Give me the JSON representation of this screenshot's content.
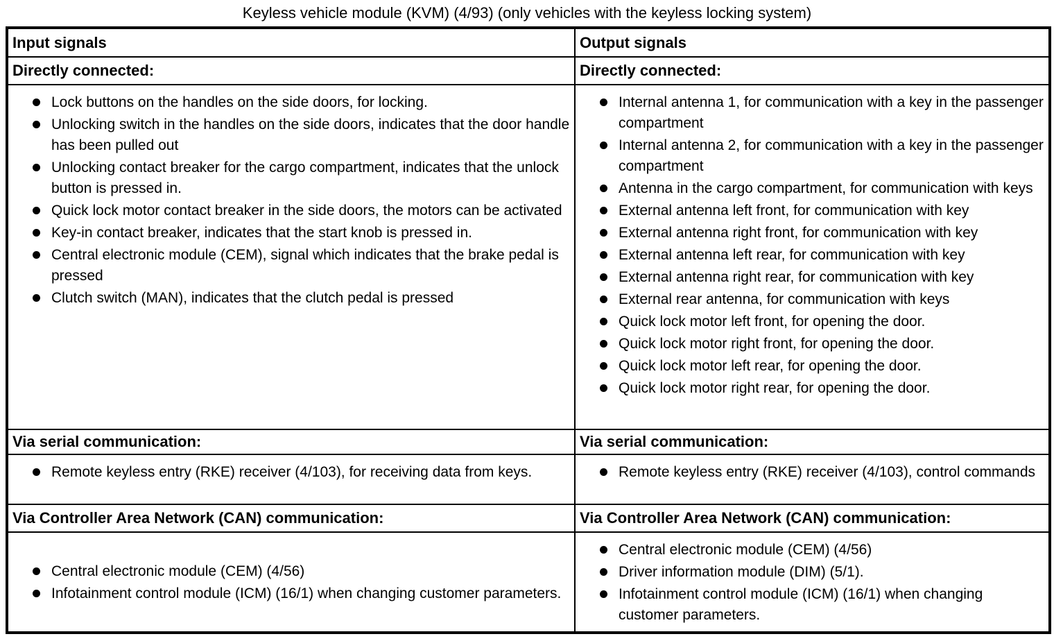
{
  "title": "Keyless vehicle module (KVM) (4/93) (only vehicles with the keyless locking system)",
  "table": {
    "columns": [
      {
        "header": "Input signals",
        "sections": [
          {
            "label": "Directly connected:",
            "items": [
              "Lock buttons on the handles on the side doors, for locking.",
              "Unlocking switch in the handles on the side doors, indicates that the door handle has been pulled out",
              "Unlocking contact breaker for the cargo compartment, indicates that the unlock button is pressed in.",
              "Quick lock motor contact breaker in the side doors, the motors can be activated",
              "Key-in contact breaker, indicates that the start knob is pressed in.",
              "Central electronic module (CEM), signal which indicates that the brake pedal is pressed",
              "Clutch switch (MAN), indicates that the clutch pedal is pressed"
            ]
          },
          {
            "label": "Via serial communication:",
            "items": [
              "Remote keyless entry (RKE) receiver (4/103), for receiving data from keys."
            ]
          },
          {
            "label": "Via Controller Area Network (CAN) communication:",
            "items": [
              "Central electronic module (CEM) (4/56)",
              "Infotainment control module (ICM) (16/1) when changing customer parameters."
            ]
          }
        ]
      },
      {
        "header": "Output signals",
        "sections": [
          {
            "label": "Directly connected:",
            "items": [
              "Internal antenna 1, for communication with a key in the passenger compartment",
              "Internal antenna 2, for communication with a key in the passenger compartment",
              "Antenna in the cargo compartment, for communication with keys",
              "External antenna left front, for communication with key",
              "External antenna right front, for communication with key",
              "External antenna left rear, for communication with key",
              "External antenna right rear, for communication with key",
              "External rear antenna, for communication with keys",
              "Quick lock motor left front, for opening the door.",
              "Quick lock motor right front, for opening the door.",
              "Quick lock motor left rear, for opening the door.",
              "Quick lock motor right rear, for opening the door."
            ]
          },
          {
            "label": "Via serial communication:",
            "items": [
              "Remote keyless entry (RKE) receiver (4/103), control commands"
            ]
          },
          {
            "label": "Via Controller Area Network (CAN) communication:",
            "items": [
              "Central electronic module (CEM) (4/56)",
              "Driver information module (DIM) (5/1).",
              "Infotainment control module (ICM) (16/1) when changing customer parameters."
            ]
          }
        ]
      }
    ]
  }
}
